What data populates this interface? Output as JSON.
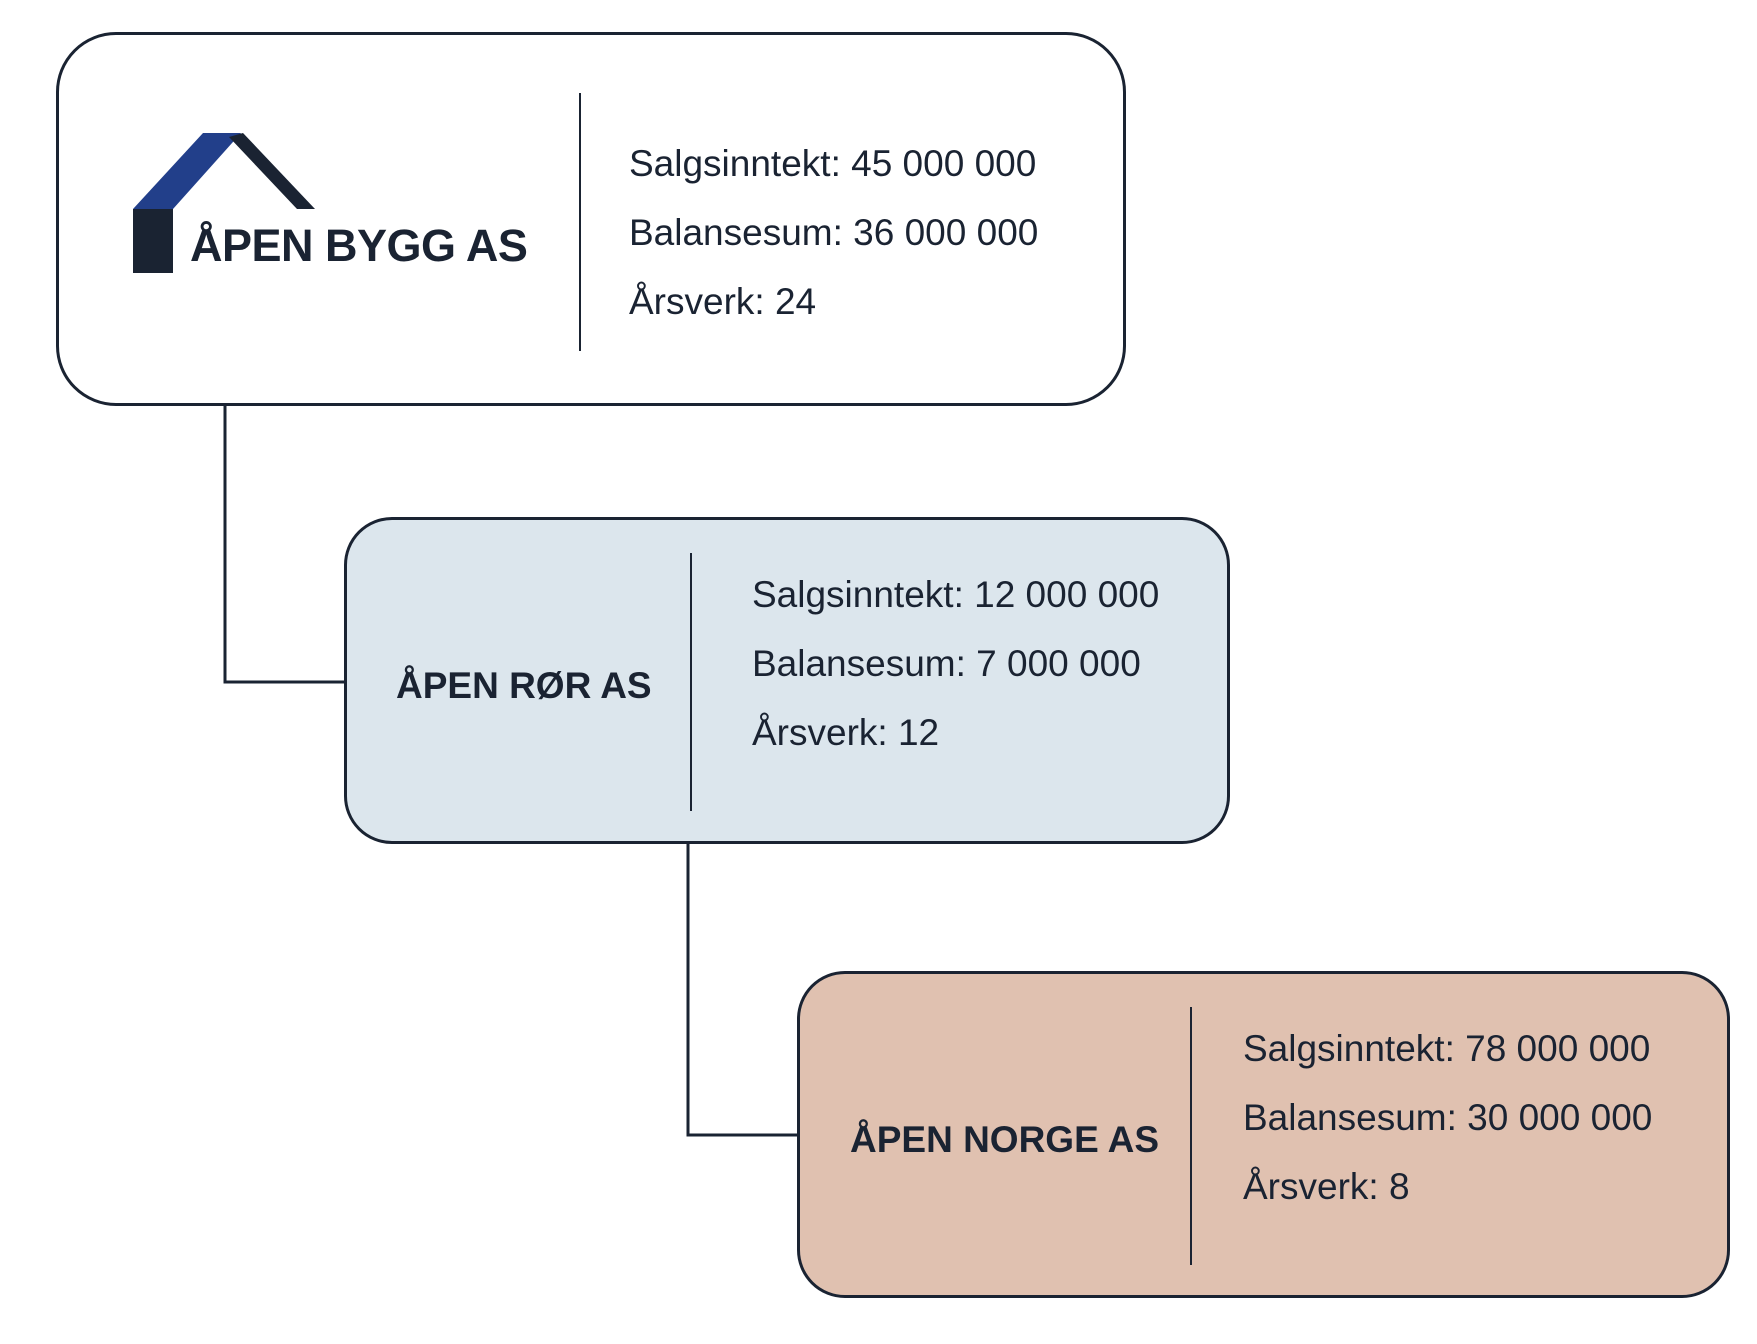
{
  "colors": {
    "outline": "#1a2332",
    "middle_fill": "#dce6ed",
    "bottom_fill": "#e0c1b0",
    "logo_blue": "#223f8a",
    "logo_dark": "#1a2332"
  },
  "companies": [
    {
      "name": "ÅPEN BYGG AS",
      "stats": [
        "Salgsinntekt: 45 000 000",
        "Balansesum: 36 000 000",
        "Årsverk: 24"
      ]
    },
    {
      "name": "ÅPEN RØR AS",
      "stats": [
        "Salgsinntekt: 12 000 000",
        "Balansesum: 7 000 000",
        "Årsverk: 12"
      ]
    },
    {
      "name": "ÅPEN NORGE AS",
      "stats": [
        "Salgsinntekt: 78 000 000",
        "Balansesum: 30 000 000",
        "Årsverk: 8"
      ]
    }
  ]
}
